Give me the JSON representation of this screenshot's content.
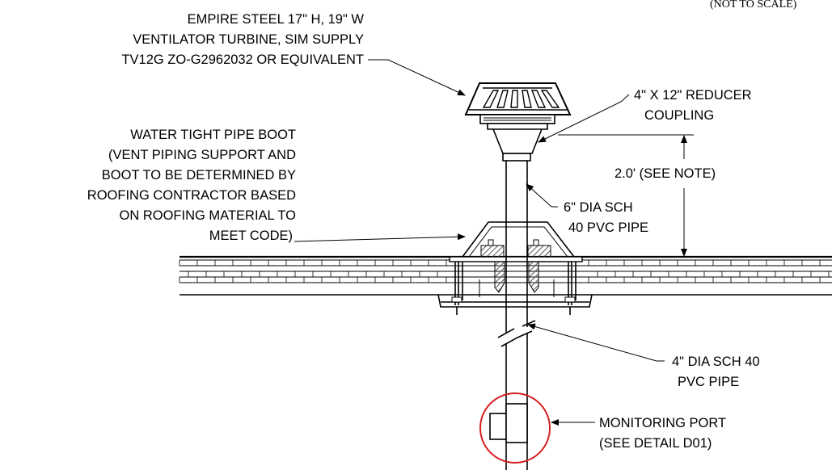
{
  "scale_note": "(NOT TO SCALE)",
  "labels": {
    "turbine": [
      "EMPIRE STEEL 17\" H, 19\" W",
      "VENTILATOR TURBINE, SIM SUPPLY",
      "TV12G ZO-G2962032 OR EQUIVALENT"
    ],
    "pipe_boot": [
      "WATER TIGHT PIPE BOOT",
      "(VENT PIPING SUPPORT AND",
      "BOOT TO BE DETERMINED BY",
      "ROOFING CONTRACTOR BASED",
      "ON ROOFING MATERIAL TO",
      "MEET CODE)"
    ],
    "reducer": [
      "4\" X 12\" REDUCER",
      "COUPLING"
    ],
    "dimension": "2.0' (SEE NOTE)",
    "pipe_6in": [
      "6\" DIA SCH",
      "40 PVC PIPE"
    ],
    "pipe_4in": [
      "4\" DIA SCH 40",
      "PVC PIPE"
    ],
    "monitoring_port": [
      "MONITORING PORT",
      "(SEE DETAIL D01)"
    ]
  },
  "colors": {
    "line": "#000000",
    "highlight_circle": "#d62020",
    "hatch": "#555555"
  }
}
